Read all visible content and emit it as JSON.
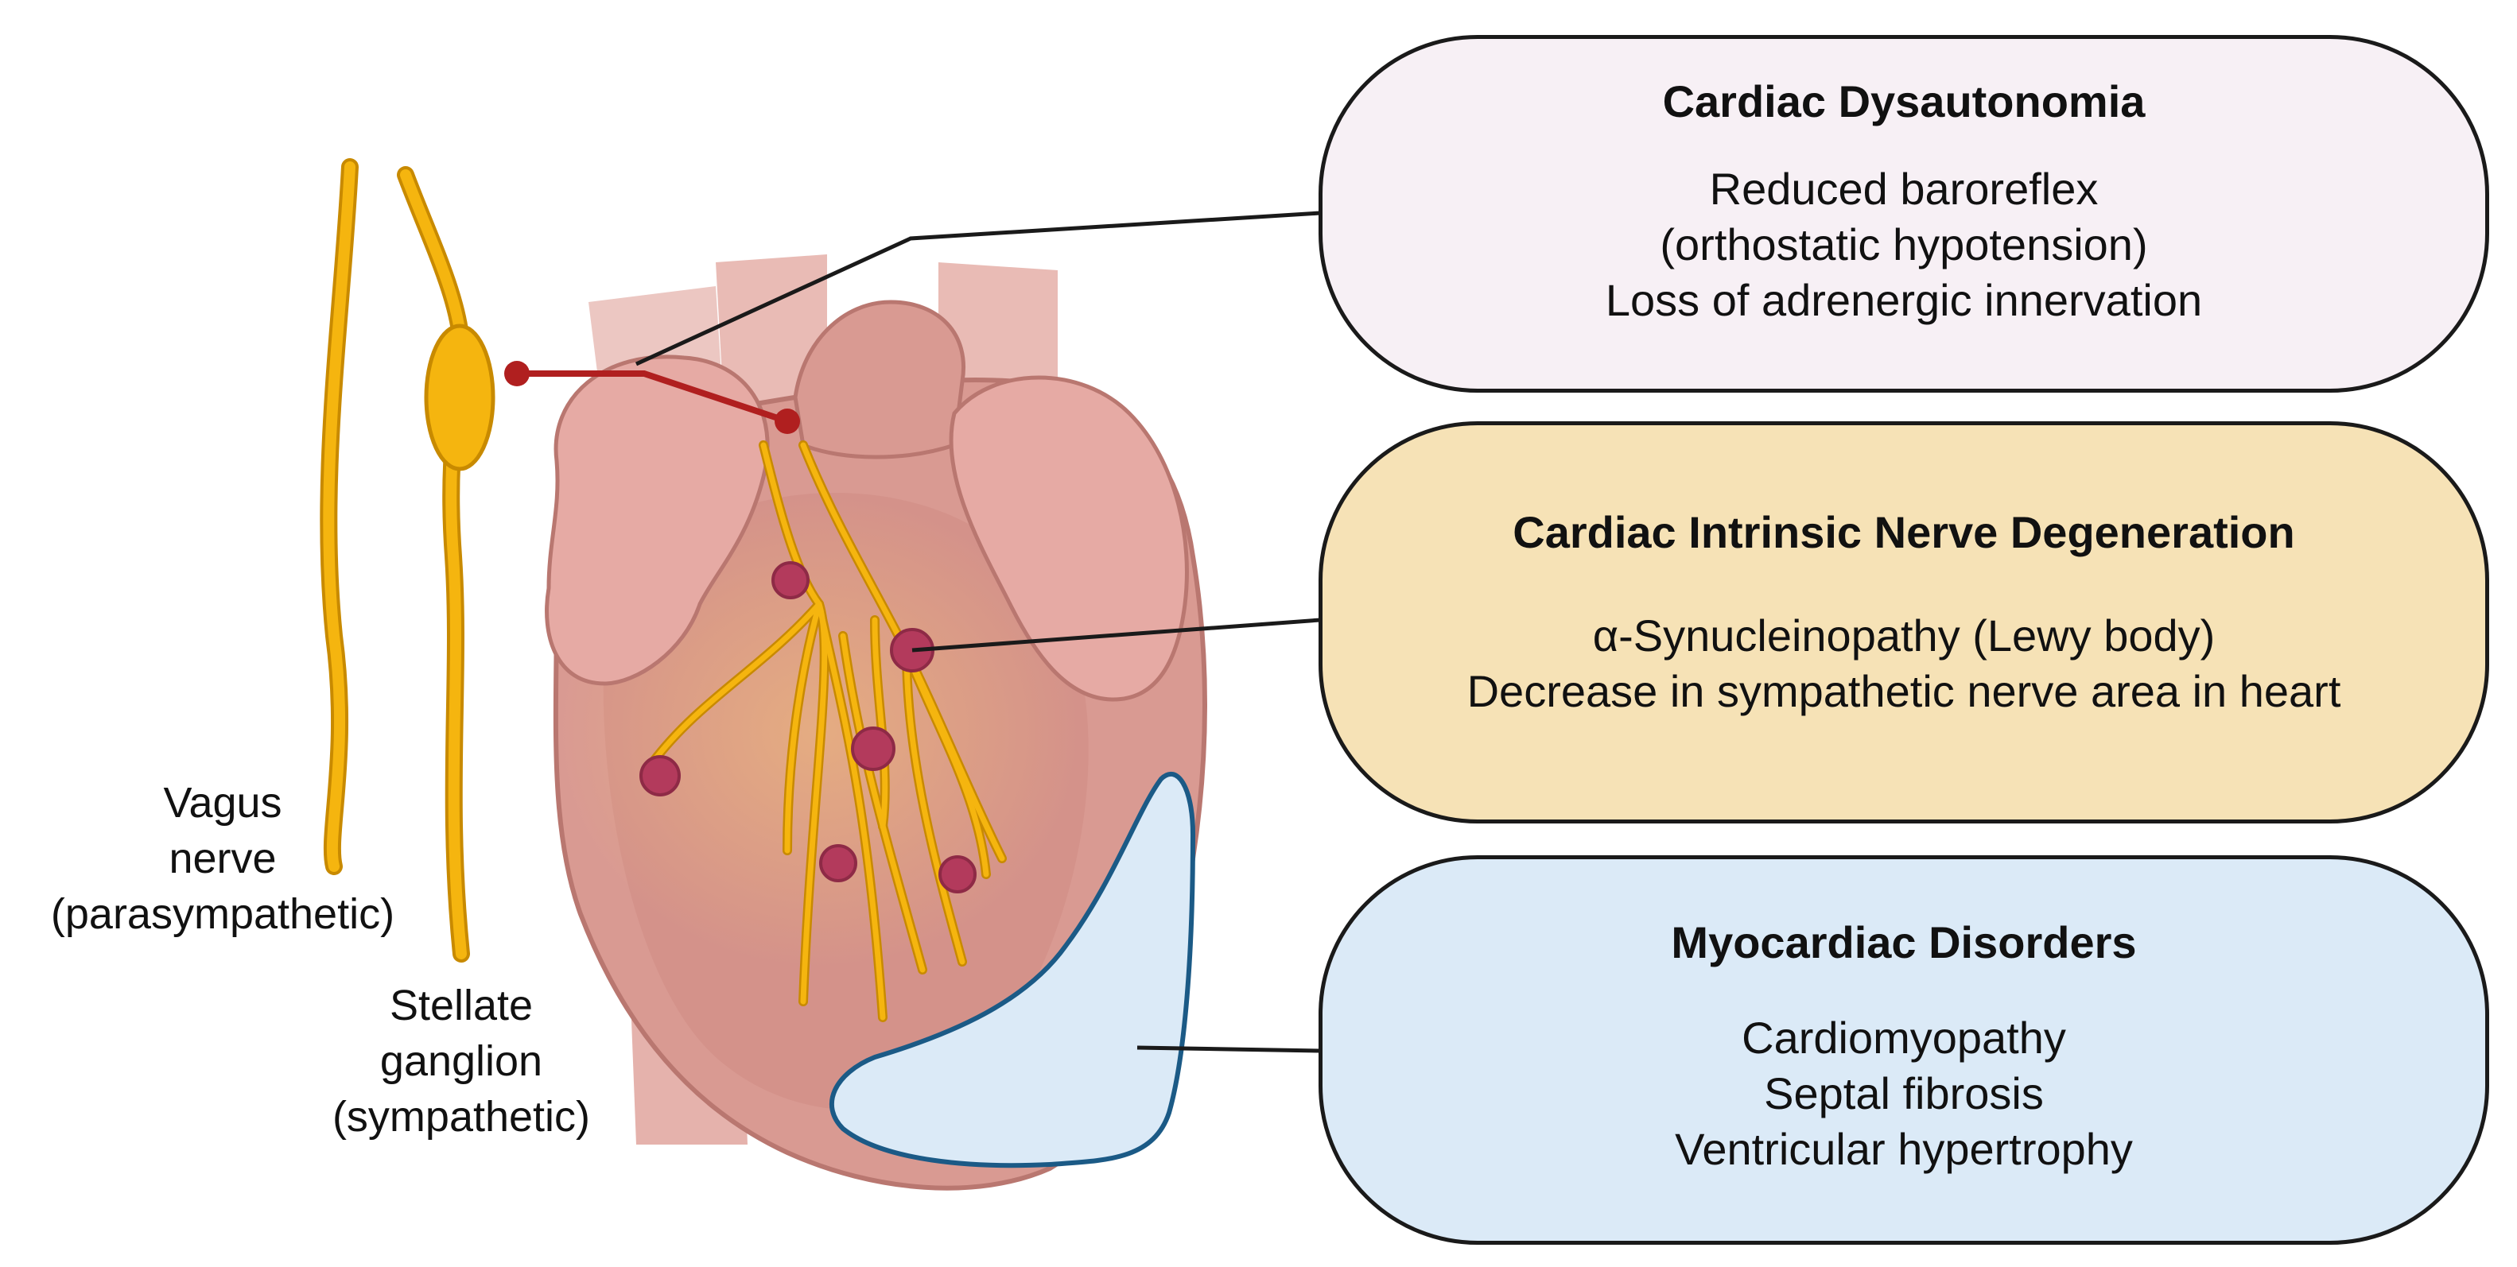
{
  "left_labels": {
    "vagus": [
      "Vagus",
      "nerve",
      "(parasympathetic)"
    ],
    "stellate": [
      "Stellate",
      "ganglion",
      "(sympathetic)"
    ]
  },
  "boxes": [
    {
      "title": "Cardiac Dysautonomia",
      "lines": [
        "Reduced baroreflex",
        "(orthostatic hypotension)",
        "Loss of adrenergic innervation"
      ],
      "fill": "#f7f0f5"
    },
    {
      "title": "Cardiac Intrinsic Nerve Degeneration",
      "lines": [
        "α-Synucleinopathy (Lewy body)",
        "Decrease in sympathetic nerve area in heart"
      ],
      "fill": "#f6e2b6"
    },
    {
      "title": "Myocardiac Disorders",
      "lines": [
        "Cardiomyopathy",
        "Septal fibrosis",
        "Ventricular hypertrophy"
      ],
      "fill": "#dbeaf7"
    }
  ],
  "colors": {
    "nerve": "#f5b50f",
    "nerve_outline": "#c88a00",
    "heart": "#d99a92",
    "heart_dark": "#b97770",
    "atrium": "#e6aaa4",
    "lewy_body": "#b33a5c",
    "marker": "#b01f1f",
    "myocardium_region": "#dbeaf7",
    "myocardium_outline": "#1b5a86"
  }
}
